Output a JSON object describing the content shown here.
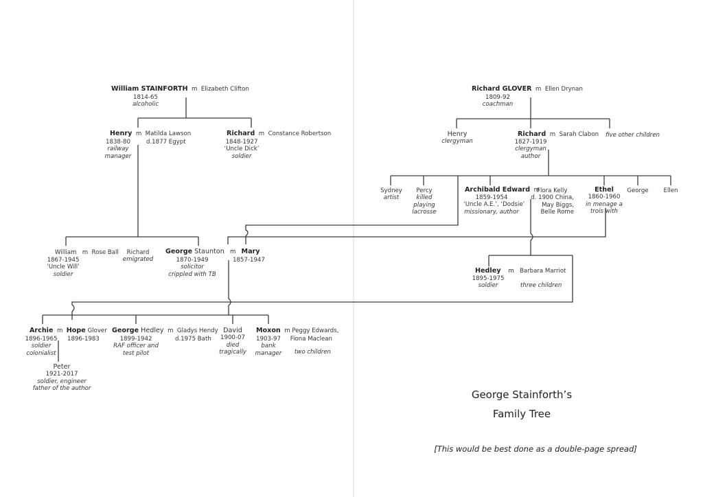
{
  "title": {
    "line1": "George Stainforth’s",
    "line2": "Family Tree",
    "note": "[This would be best done as a double-page spread]"
  },
  "marriage_marker": "m",
  "stainforth": {
    "william": {
      "first": "William",
      "surname": " STAINFORTH",
      "dates": "1814-65",
      "note": "alcoholic",
      "spouse": "Elizabeth Clifton"
    },
    "henry": {
      "name": "Henry",
      "dates": "1838-80",
      "note1": "railway",
      "note2": "manager",
      "spouse": "Matilda Lawson",
      "spouse_note": "d.1877 Egypt"
    },
    "richard": {
      "name": "Richard",
      "dates": "1848-1927",
      "nickname": "‘Uncle Dick’",
      "note": "soldier",
      "spouse": "Constance Robertson"
    },
    "william_jr": {
      "name": "William",
      "dates": "1867-1945",
      "nickname": "‘Uncle Will’",
      "note": "soldier",
      "spouse": "Rose Ball"
    },
    "richard_jr": {
      "name": "Richard",
      "note": "emigrated"
    },
    "george": {
      "first": "George",
      "middle": " Staunton",
      "dates": "1870-1949",
      "note1": "solicitor",
      "note2": "crippled with TB"
    },
    "mary": {
      "name": "Mary",
      "dates": "1857-1947"
    }
  },
  "children": {
    "archie": {
      "name": "Archie",
      "dates": "1896-1965",
      "note1": "soldier",
      "note2": "colonialist"
    },
    "hope": {
      "first": "Hope",
      "surname": " Glover",
      "dates": "1896-1983"
    },
    "peter": {
      "name": "Peter",
      "dates": "1921-2017",
      "note1": "soldier, engineer",
      "note2": "father of the author"
    },
    "george_hedley": {
      "first": "George",
      "middle": " Hedley",
      "dates": "1899-1942",
      "note1": "RAF officer and",
      "note2": "test pilot",
      "spouse": "Gladys Hendy",
      "spouse_note": "d.1975 Bath"
    },
    "david": {
      "name": "David",
      "dates": "1900-07",
      "note1": "died",
      "note2": "tragically"
    },
    "moxon": {
      "name": "Moxon",
      "dates": "1903-97",
      "note1": "bank",
      "note2": "manager",
      "spouse1": "Peggy Edwards,",
      "spouse2": "Fiona Maclean",
      "spouse_note": "two children"
    }
  },
  "glover": {
    "richard": {
      "first": "Richard",
      "surname": " GLOVER",
      "dates": "1809-92",
      "note": "coachman",
      "spouse": "Ellen Drynan"
    },
    "henry": {
      "name": "Henry",
      "note": "clergyman"
    },
    "richard_jr": {
      "name": "Richard",
      "dates": "1827-1919",
      "note1": "clergyman",
      "note2": "author",
      "spouse": "Sarah Clabon"
    },
    "others": {
      "note": "five other children"
    },
    "sydney": {
      "name": "Sydney",
      "note": "artist"
    },
    "percy": {
      "name": "Percy",
      "note1": "killed",
      "note2": "playing",
      "note3": "lacrosse"
    },
    "archibald": {
      "name": "Archibald Edward",
      "dates": "1859-1954",
      "nickname": "‘Uncle A.E.’, ‘Dodsie’",
      "note": "missionary, author",
      "spouse1": "Flora Kelly",
      "spouse2": "d. 1900 China,",
      "spouse3": "May Biggs,",
      "spouse4": "Belle Rome"
    },
    "ethel": {
      "name": "Ethel",
      "dates": "1860-1960",
      "note1": "in menage a",
      "note2": "trois with"
    },
    "george": {
      "name": "George"
    },
    "ellen": {
      "name": "Ellen"
    },
    "hedley": {
      "name": "Hedley",
      "dates": "1895-1975",
      "note": "soldier",
      "spouse": "Barbara Marriot",
      "spouse_note": "three children"
    }
  }
}
